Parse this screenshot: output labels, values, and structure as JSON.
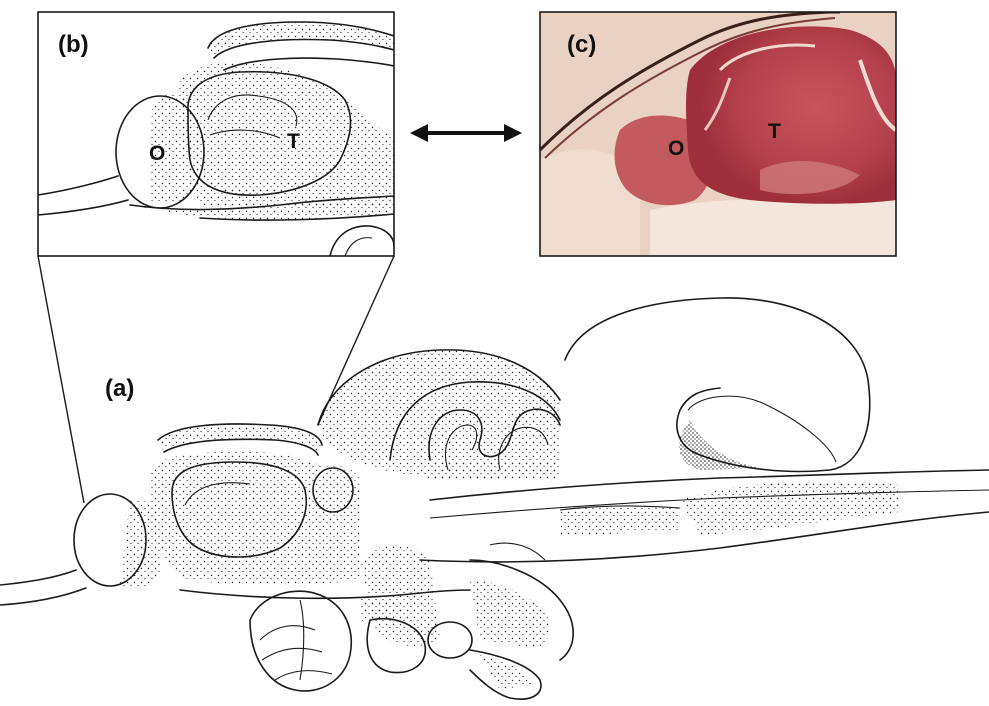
{
  "panels": {
    "a": {
      "label": "(a)"
    },
    "b": {
      "label": "(b)",
      "olfactory_label": "O",
      "telencephalon_label": "T"
    },
    "c": {
      "label": "(c)",
      "olfactory_label": "O",
      "telencephalon_label": "T"
    }
  },
  "colors": {
    "ink": "#1a1a1a",
    "histology_background": "#e9d2c4",
    "histology_tissue": "#b8474f",
    "histology_tissue_dark": "#9e2f3a",
    "histology_border": "#3a1f1a"
  }
}
